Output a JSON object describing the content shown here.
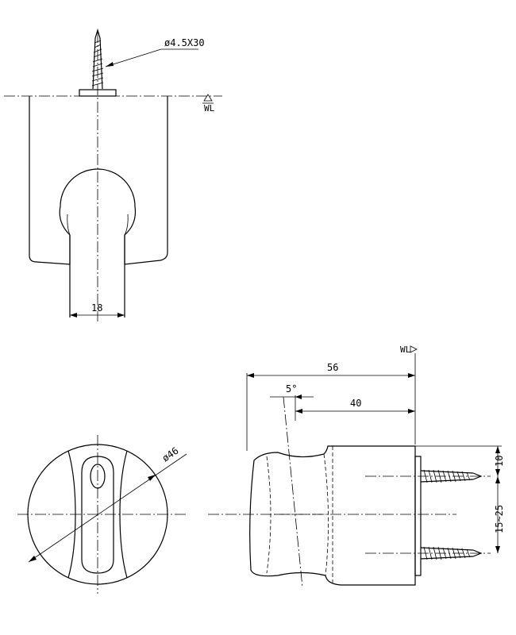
{
  "labels": {
    "screw_spec": "ø4.5X30",
    "wl_top": "WL",
    "width_18": "18",
    "diameter_46": "ø46",
    "wl_side": "WL",
    "dim_56": "56",
    "angle_5": "5°",
    "dim_40": "40",
    "dim_10": "10",
    "dim_15_25": "15~25"
  }
}
